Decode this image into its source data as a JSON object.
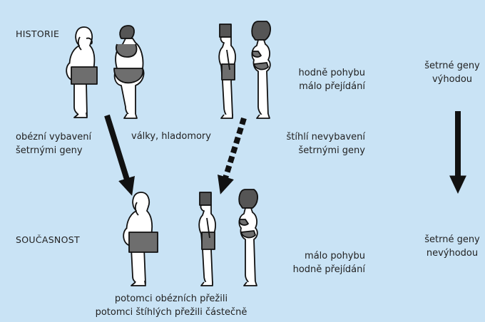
{
  "section_historie": "HISTORIE",
  "section_soucasnost": "SOUČASNOST",
  "obese_historic": [
    "obézní vybavení",
    "šetrnými geny"
  ],
  "war_famine": "války, hladomory",
  "thin_historic_lifestyle": [
    "hodně pohybu",
    "málo přejídání"
  ],
  "thin_historic": [
    "štíhlí nevybavení",
    "šetrnými geny"
  ],
  "thrifty_then": [
    "šetrné geny",
    "výhodou"
  ],
  "thrifty_now": [
    "šetrné geny",
    "nevýhodou"
  ],
  "modern_lifestyle": [
    "málo pohybu",
    "hodně přejídání"
  ],
  "offspring": [
    "potomci obézních přežili",
    "potomci štíhlých přežili částečně"
  ],
  "colors": {
    "background": "#c9e3f5",
    "figure_fill": "#ffffff",
    "hair": "#555555",
    "shorts": "#6e6e6e",
    "outline": "#111111"
  }
}
